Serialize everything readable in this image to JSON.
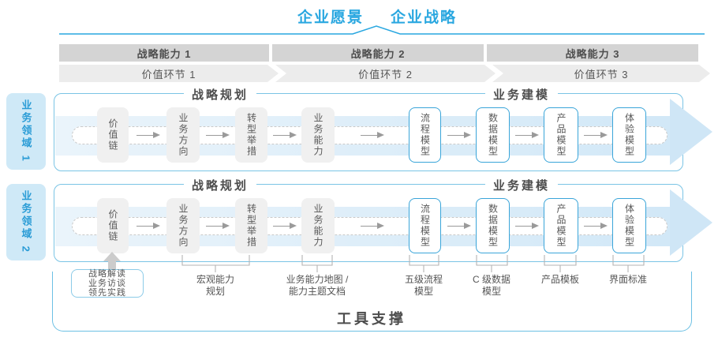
{
  "header": {
    "vision": "企业愿景",
    "strategy": "企业战略"
  },
  "strategic_capabilities": [
    "战略能力 1",
    "战略能力 2",
    "战略能力 3"
  ],
  "value_links": [
    "价值环节 1",
    "价值环节 2",
    "价值环节 3"
  ],
  "business_domains": [
    "业务领域 1",
    "业务领域 2"
  ],
  "section_headers": {
    "planning": "战略规划",
    "modeling": "业务建模"
  },
  "box_labels": [
    "价值链",
    "业务方向",
    "转型举措",
    "业务能力",
    "流程模型",
    "数据模型",
    "产品模型",
    "体验模型"
  ],
  "practice_box": {
    "line1": "战略解读",
    "line2": "业务访谈",
    "line3": "领先实践"
  },
  "annotations": [
    {
      "l1": "宏观能力",
      "l2": "规划"
    },
    {
      "l1": "业务能力地图 /",
      "l2": "能力主题文档"
    },
    {
      "l1": "五级流程",
      "l2": "模型"
    },
    {
      "l1": "C 级数据",
      "l2": "模型"
    },
    {
      "l1": "产品模板",
      "l2": ""
    },
    {
      "l1": "界面标准",
      "l2": ""
    }
  ],
  "footer": "工具支撑",
  "colors": {
    "accent_blue": "#29a7e0",
    "container_border": "#7ac4e5",
    "blue_box_border": "#3aa5d9",
    "bar_gray": "#d4d4d4",
    "chevron_gray": "#ececec",
    "gray_box_fill": "#f0f0f0",
    "flow_arrow_fill": "#d2e8f7",
    "bracket_gray": "#b3b3b3"
  }
}
